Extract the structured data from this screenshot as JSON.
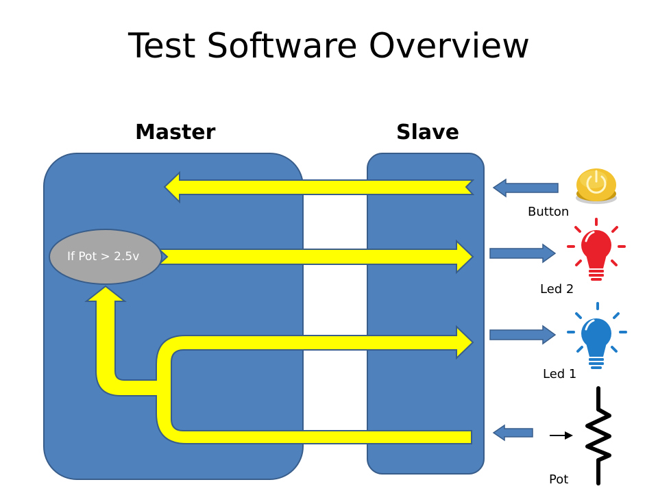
{
  "slide": {
    "title": "Test Software Overview",
    "headers": {
      "master": "Master",
      "slave": "Slave"
    },
    "condition": "If Pot > 2.5v",
    "devices": [
      {
        "id": "button",
        "label": "Button",
        "icon": "power-button-icon",
        "direction": "into-slave"
      },
      {
        "id": "led2",
        "label": "Led 2",
        "icon": "lightbulb-icon",
        "direction": "out-of-slave"
      },
      {
        "id": "led1",
        "label": "Led 1",
        "icon": "lightbulb-icon",
        "direction": "out-of-slave"
      },
      {
        "id": "pot",
        "label": "Pot",
        "icon": "potentiometer-icon",
        "direction": "into-slave"
      }
    ],
    "colors": {
      "box_fill": "#4f81bd",
      "box_stroke": "#385d8a",
      "flow_arrow": "#ffff00",
      "condition_fill": "#a6a6a6",
      "led2": "#e8212a",
      "led1": "#1f7cc8",
      "button": "#f2c230"
    }
  }
}
